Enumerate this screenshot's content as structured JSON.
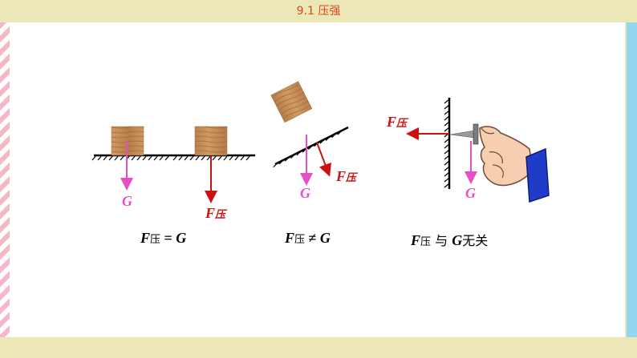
{
  "header": {
    "title": "9.1 压强"
  },
  "labels": {
    "G": "G",
    "F": "F",
    "ya": "压"
  },
  "captions": {
    "c1": {
      "f": "F",
      "sub": "压",
      "rel": " = ",
      "g": "G"
    },
    "c2": {
      "f": "F",
      "sub": "压",
      "rel": " ≠ ",
      "g": "G"
    },
    "c3": {
      "f": "F",
      "sub": "压",
      "mid": " 与 ",
      "g": "G",
      "tail": "无关"
    }
  },
  "colors": {
    "header_bg": "#ece7b7",
    "title": "#e0431e",
    "gravity_arrow": "#e64ec8",
    "pressure_arrow": "#cc1111",
    "block": "#c08a55",
    "stripe_left": "#f6b7c6",
    "stripe_right": "#93d6ef"
  }
}
